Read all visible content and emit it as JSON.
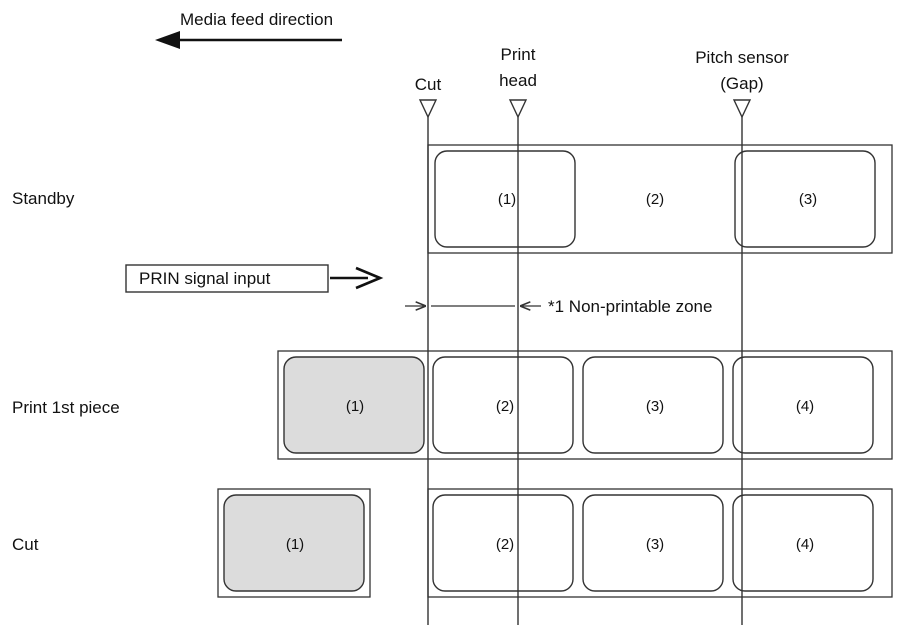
{
  "header": {
    "feed_direction": "Media feed direction"
  },
  "markers": {
    "cut": "Cut",
    "print_head_line1": "Print",
    "print_head_line2": "head",
    "pitch_sensor_line1": "Pitch sensor",
    "pitch_sensor_line2": "(Gap)"
  },
  "rows": {
    "standby": {
      "label": "Standby",
      "cells": [
        "(1)",
        "(2)",
        "(3)"
      ]
    },
    "print": {
      "label": "Print 1st piece",
      "cells": [
        "(1)",
        "(2)",
        "(3)",
        "(4)"
      ]
    },
    "cut": {
      "label": "Cut",
      "cells": [
        "(1)",
        "(2)",
        "(3)",
        "(4)"
      ]
    }
  },
  "signal": {
    "label": "PRIN signal input"
  },
  "zone": {
    "label": "*1 Non-printable zone"
  },
  "colors": {
    "line": "#333333",
    "printed_fill": "#dcdcdc",
    "background": "#ffffff"
  }
}
